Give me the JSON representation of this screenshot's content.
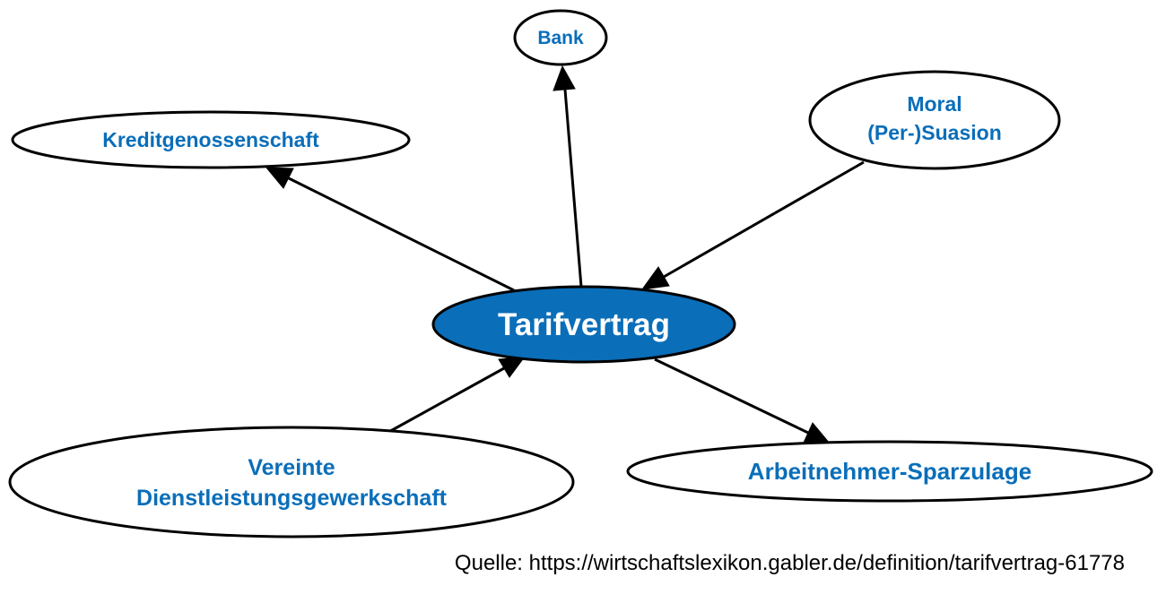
{
  "colors": {
    "center_fill": "#0a6eb9",
    "label_color": "#0a6eb9",
    "center_label_color": "#ffffff",
    "edge_color": "#000000"
  },
  "nodes": {
    "center": "Tarifvertrag",
    "bank": "Bank",
    "kreditgenossenschaft": "Kreditgenossenschaft",
    "moral_line1": "Moral",
    "moral_line2": "(Per-)Suasion",
    "verdi_line1": "Vereinte",
    "verdi_line2": "Dienstleistungsgewerkschaft",
    "sparzulage": "Arbeitnehmer-Sparzulage"
  },
  "edges": [
    {
      "from": "Tarifvertrag",
      "to": "Bank"
    },
    {
      "from": "Tarifvertrag",
      "to": "Kreditgenossenschaft"
    },
    {
      "from": "Moral (Per-)Suasion",
      "to": "Tarifvertrag"
    },
    {
      "from": "Vereinte Dienstleistungsgewerkschaft",
      "to": "Tarifvertrag"
    },
    {
      "from": "Tarifvertrag",
      "to": "Arbeitnehmer-Sparzulage"
    }
  ],
  "source": "Quelle: https://wirtschaftslexikon.gabler.de/definition/tarifvertrag-61778"
}
